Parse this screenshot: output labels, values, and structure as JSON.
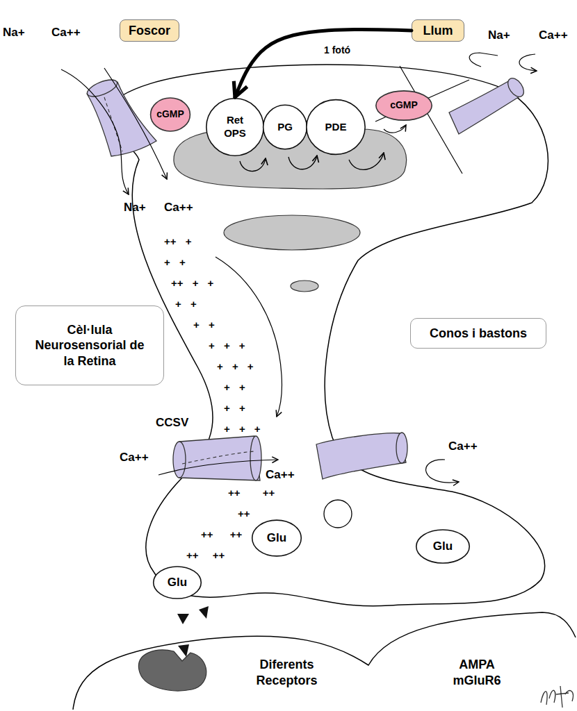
{
  "diagram": {
    "nodes": [
      {
        "text": [
          "Foscor"
        ]
      },
      {
        "text": [
          "Llum"
        ]
      },
      {
        "text": [
          "cGMP"
        ]
      },
      {
        "text": [
          "Ret OPS"
        ]
      },
      {
        "text": [
          "PG"
        ]
      },
      {
        "text": [
          "PDE"
        ]
      },
      {
        "text": [
          "cGMP"
        ]
      },
      {
        "text": [
          "Cèl·lula Neurosensorial de la Retina"
        ]
      },
      {
        "text": [
          "Conos i bastons"
        ]
      },
      {
        "text": [
          "Glu"
        ]
      },
      {
        "text": [
          "Glu"
        ]
      },
      {
        "text": [
          "Glu"
        ]
      }
    ],
    "edges": [
      {
        "from": 1,
        "to": 3,
        "arrow": "to",
        "label": "1 fotó"
      }
    ],
    "labels": [
      "Na+",
      "Ca++",
      "Na+",
      "Ca++",
      "Na+",
      "Ca++",
      "++ +",
      "+ +",
      "++ + +",
      "+ +",
      "+ +",
      "+ + +",
      "+ + +",
      "+ +",
      "+ +",
      "+ + +",
      "CCSV",
      "Ca++",
      "Ca++",
      "Ca++",
      "++ ++",
      "++",
      "++ ++",
      "++ ++",
      "Diferents Receptors",
      "AMPA mGluR6"
    ]
  }
}
